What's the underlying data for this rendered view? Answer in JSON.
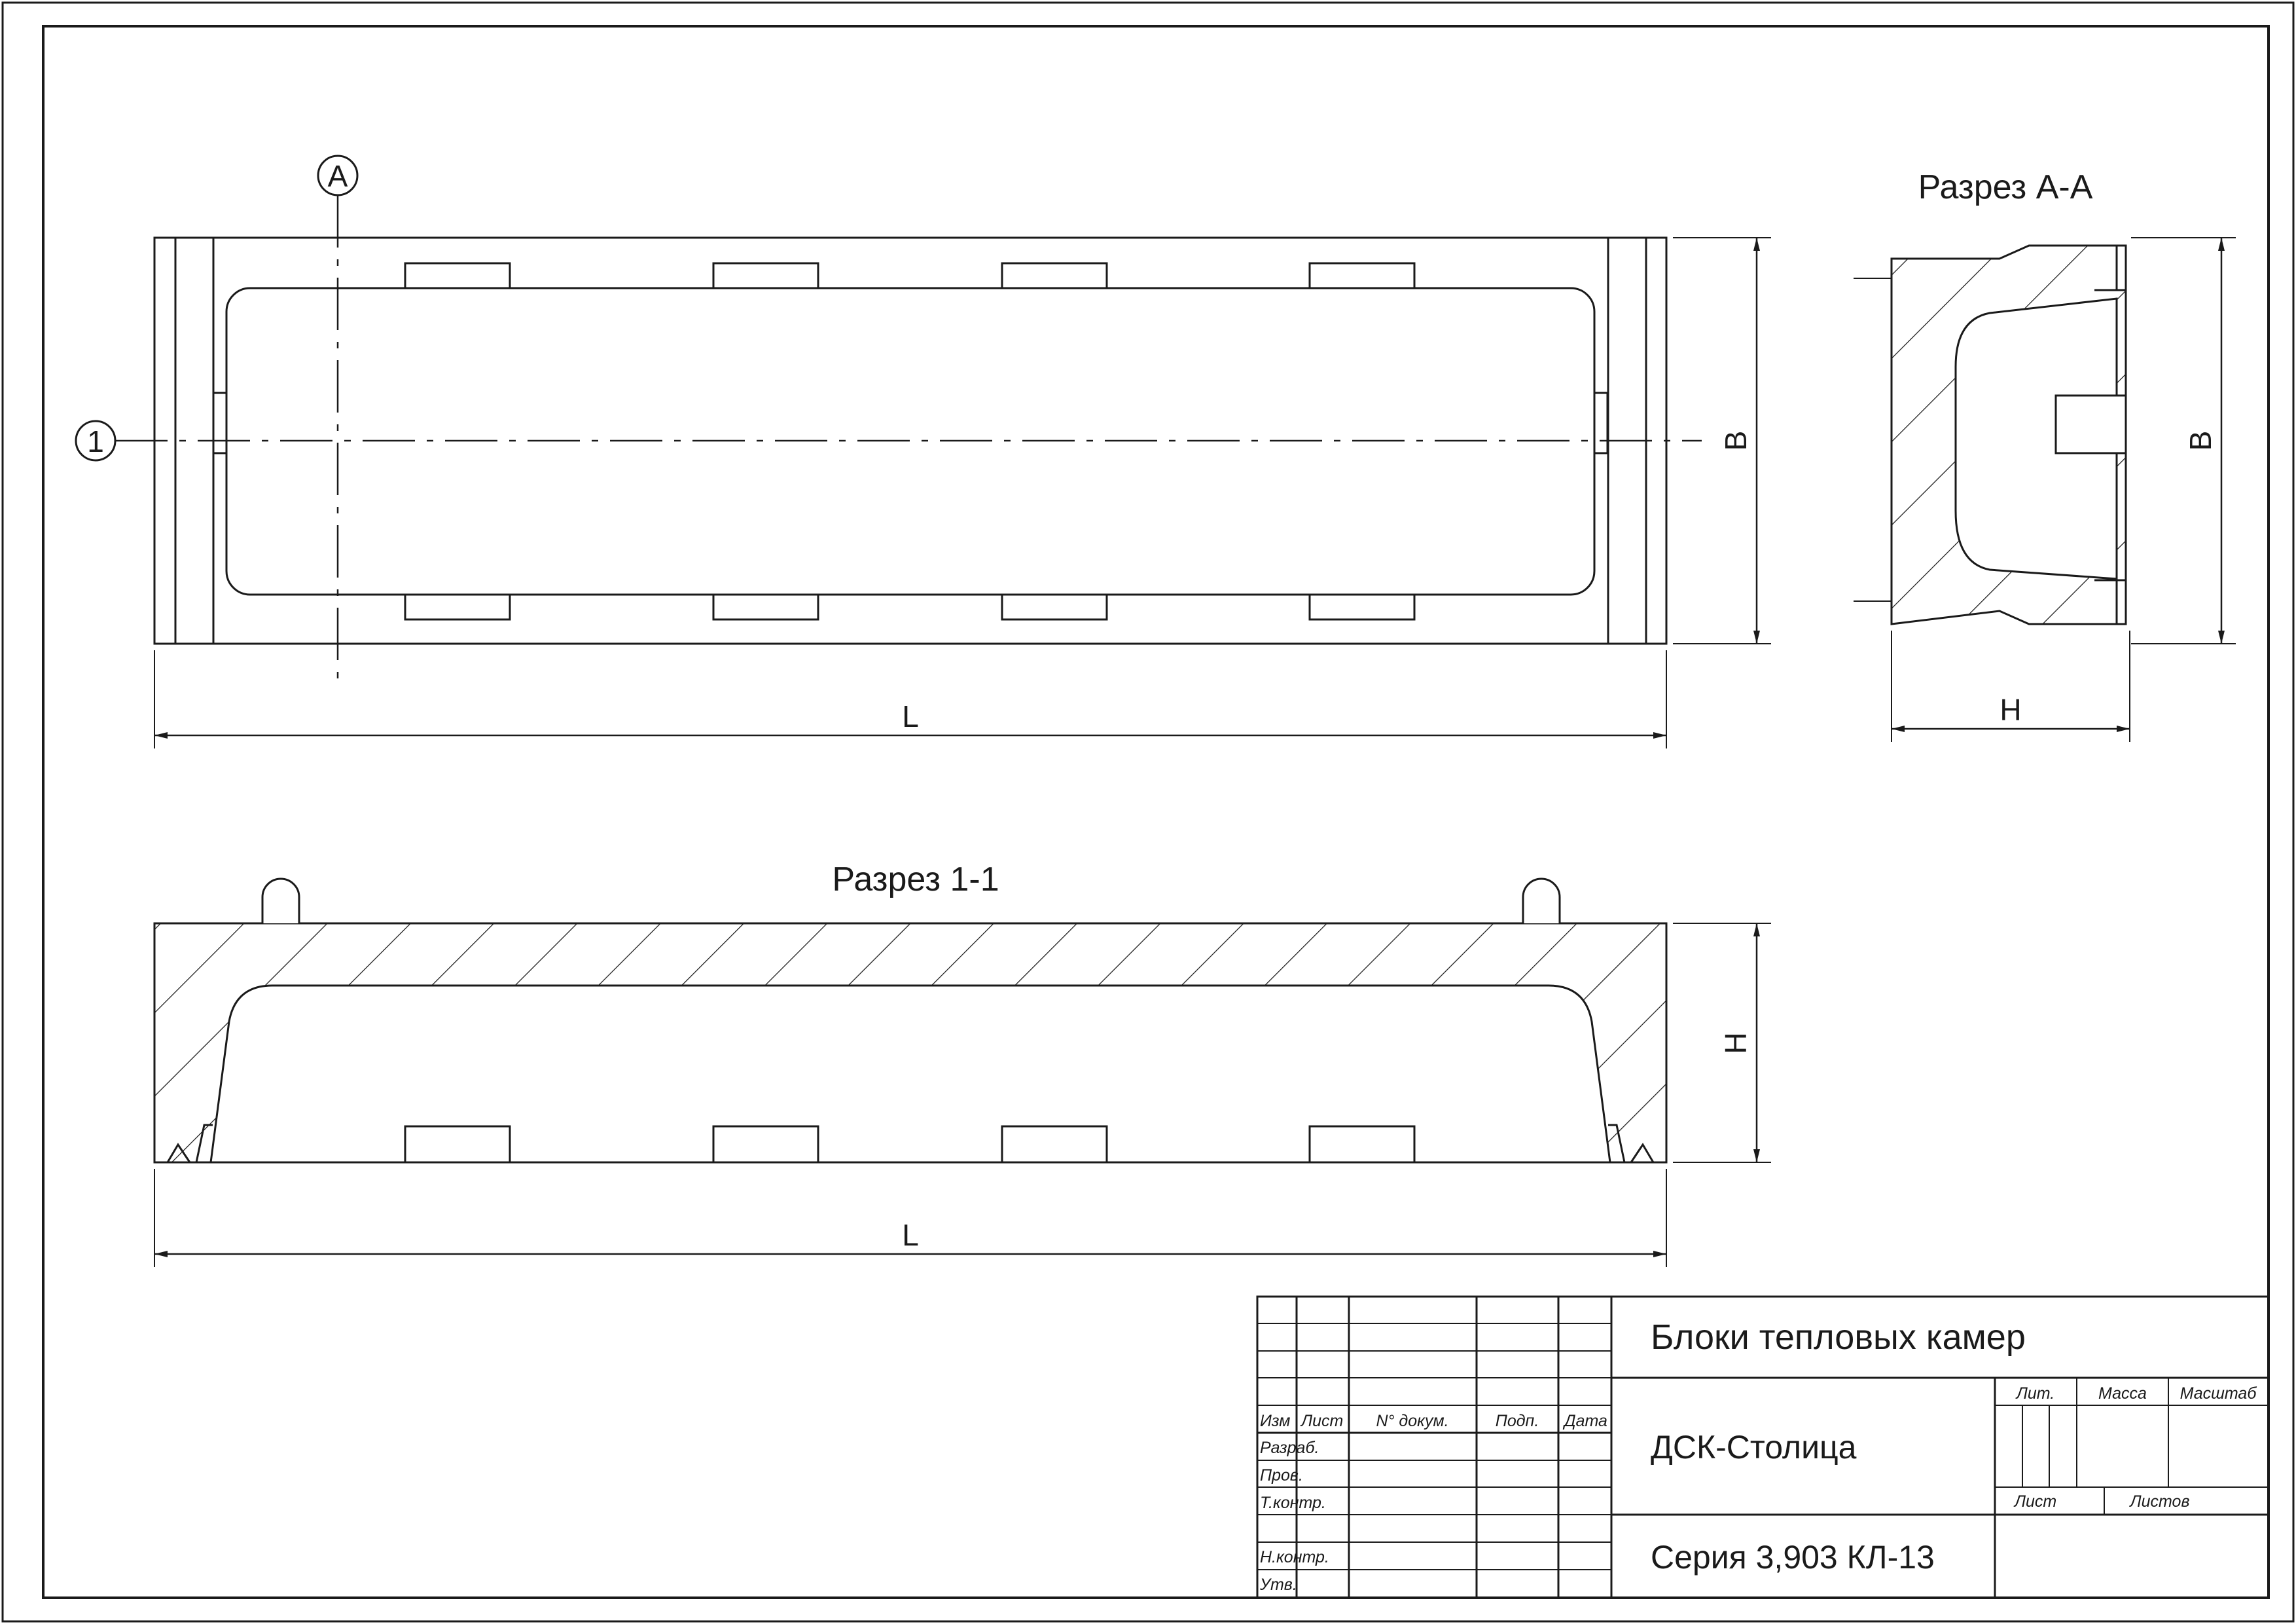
{
  "views": {
    "plan": {
      "section_mark": "A",
      "axis_mark": "1",
      "dim_length": "L",
      "dim_width": "B"
    },
    "section_aa": {
      "title": "Разрез А-А",
      "dim_width": "B",
      "dim_height": "H"
    },
    "section_11": {
      "title": "Разрез 1-1",
      "dim_height": "H",
      "dim_length": "L"
    }
  },
  "title_block": {
    "title": "Блоки тепловых камер",
    "organization": "ДСК-Столица",
    "designation": "Серия 3,903 КЛ-13",
    "columns": {
      "change": "Изм",
      "sheet": "Лист",
      "doc_no": "N° докум.",
      "sign": "Подп.",
      "date": "Дата"
    },
    "rows": {
      "developed": "Разраб.",
      "checked": "Пров.",
      "tech_control": "Т.контр.",
      "norm_control": "Н.контр.",
      "approved": "Утв."
    },
    "info": {
      "letter": "Лит.",
      "mass": "Масса",
      "scale": "Масштаб",
      "sheet": "Лист",
      "sheets": "Листов"
    }
  },
  "colors": {
    "line": "#1a1a1a",
    "paper": "#ffffff"
  }
}
